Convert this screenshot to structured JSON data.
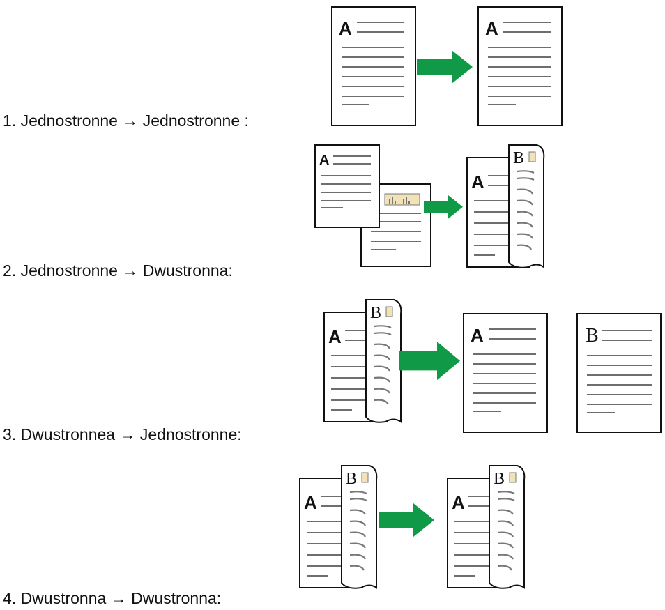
{
  "steps": [
    {
      "label": "1. Jednostronne → Jednostronne :"
    },
    {
      "label": "2. Jednostronne → Dwustronna:"
    },
    {
      "label": "3. Dwustronnea → Jednostronne:"
    },
    {
      "label": "4. Dwustronna → Dwustronna:"
    }
  ],
  "page_letters": {
    "front": "A",
    "back": "B"
  },
  "colors": {
    "arrow": "#109a48",
    "outline": "#111111",
    "text_line": "#6e6e6e",
    "chart_bg": "#f2e2b8"
  },
  "icons": [
    "single-sided-page-icon",
    "double-sided-page-icon",
    "two-pages-icon",
    "arrow-right-icon"
  ]
}
